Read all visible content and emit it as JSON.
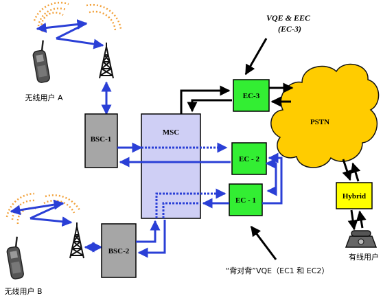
{
  "nodes": {
    "msc": "MSC",
    "bsc1": "BSC-1",
    "bsc2": "BSC-2",
    "ec1": "EC - 1",
    "ec2": "EC - 2",
    "ec3": "EC-3",
    "pstn": "PSTN",
    "hybrid": "Hybrid"
  },
  "labels": {
    "user_a": "无线用户 A",
    "user_b": "无线用户 B",
    "wired_user": "有线用户",
    "vqe_title": "VQE & EEC",
    "vqe_sub": "(EC-3)",
    "back_to_back": "“背对背”VQE（EC1 和 EC2）"
  },
  "colors": {
    "msc_fill": "#cfcff5",
    "bsc_fill": "#a6a6a6",
    "ec_fill": "#33ee33",
    "pstn_fill": "#ffcc00",
    "hybrid_fill": "#ffff00",
    "link_blue": "#2a3fd6",
    "wave_orange": "#f2a13a"
  }
}
